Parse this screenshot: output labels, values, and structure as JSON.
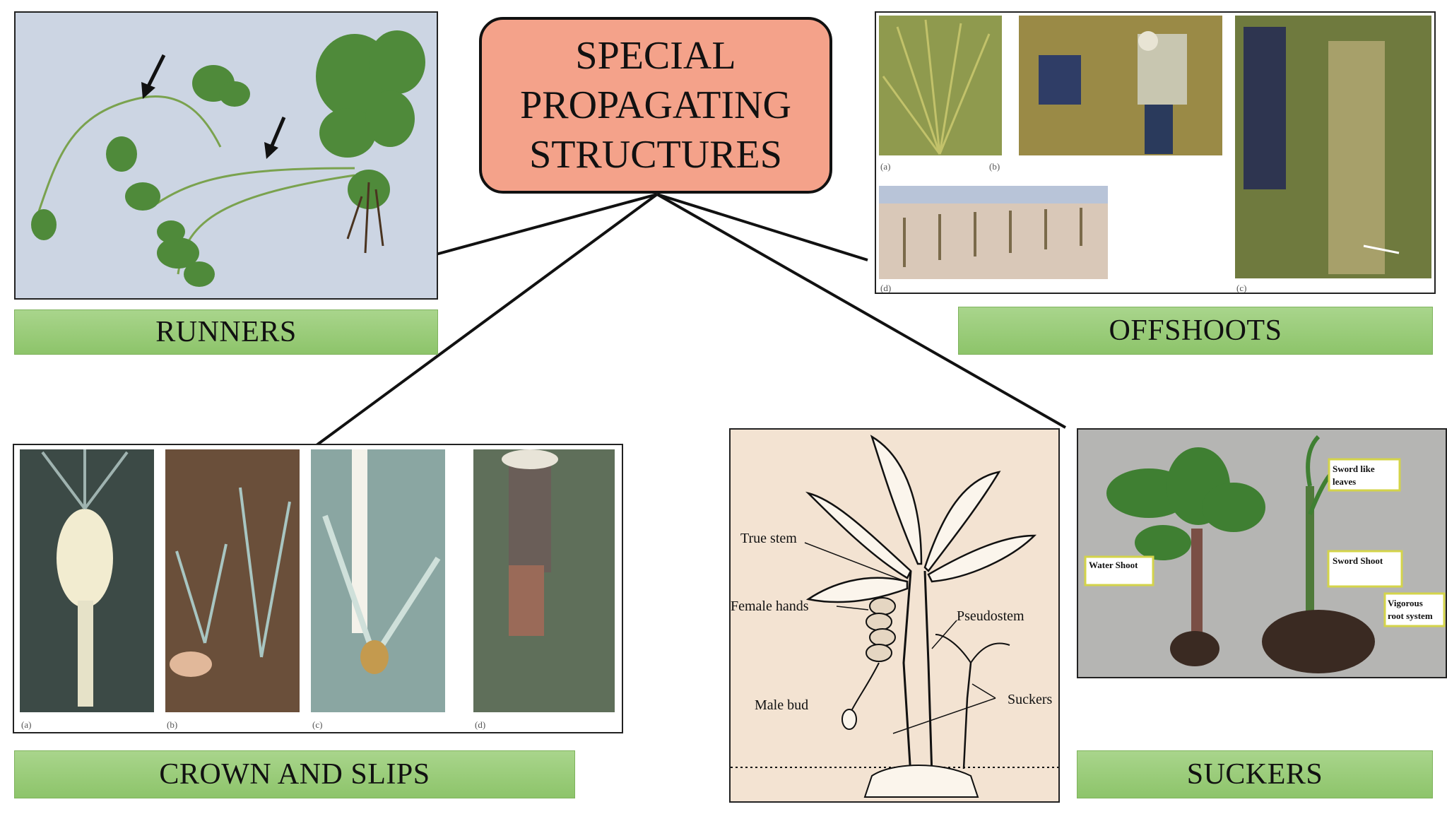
{
  "title": {
    "lines": [
      "SPECIAL",
      "PROPAGATING",
      "STRUCTURES"
    ]
  },
  "labels": {
    "runners": "RUNNERS",
    "offshoots": "OFFSHOOTS",
    "crown_slips": "CROWN AND SLIPS",
    "suckers": "SUCKERS"
  },
  "offshoots_photo": {
    "panel_a": "(a)",
    "panel_b": "(b)",
    "panel_c": "(c)",
    "panel_d": "(d)"
  },
  "crown_photo": {
    "panel_a": "(a)",
    "panel_b": "(b)",
    "panel_c": "(c)",
    "panel_d": "(d)"
  },
  "banana_diagram": {
    "true_stem": "True stem",
    "female_hands": "Female hands",
    "pseudostem": "Pseudostem",
    "male_bud": "Male bud",
    "suckers": "Suckers"
  },
  "suckers_photo": {
    "sword_leaves_1": "Sword like",
    "sword_leaves_2": "leaves",
    "water_shoot": "Water Shoot",
    "sword_shoot": "Sword Shoot",
    "vigorous_1": "Vigorous",
    "vigorous_2": "root system"
  },
  "colors": {
    "title_fill": "#f4a28a",
    "label_fill": "#9ccd7b",
    "outline": "#111111"
  }
}
